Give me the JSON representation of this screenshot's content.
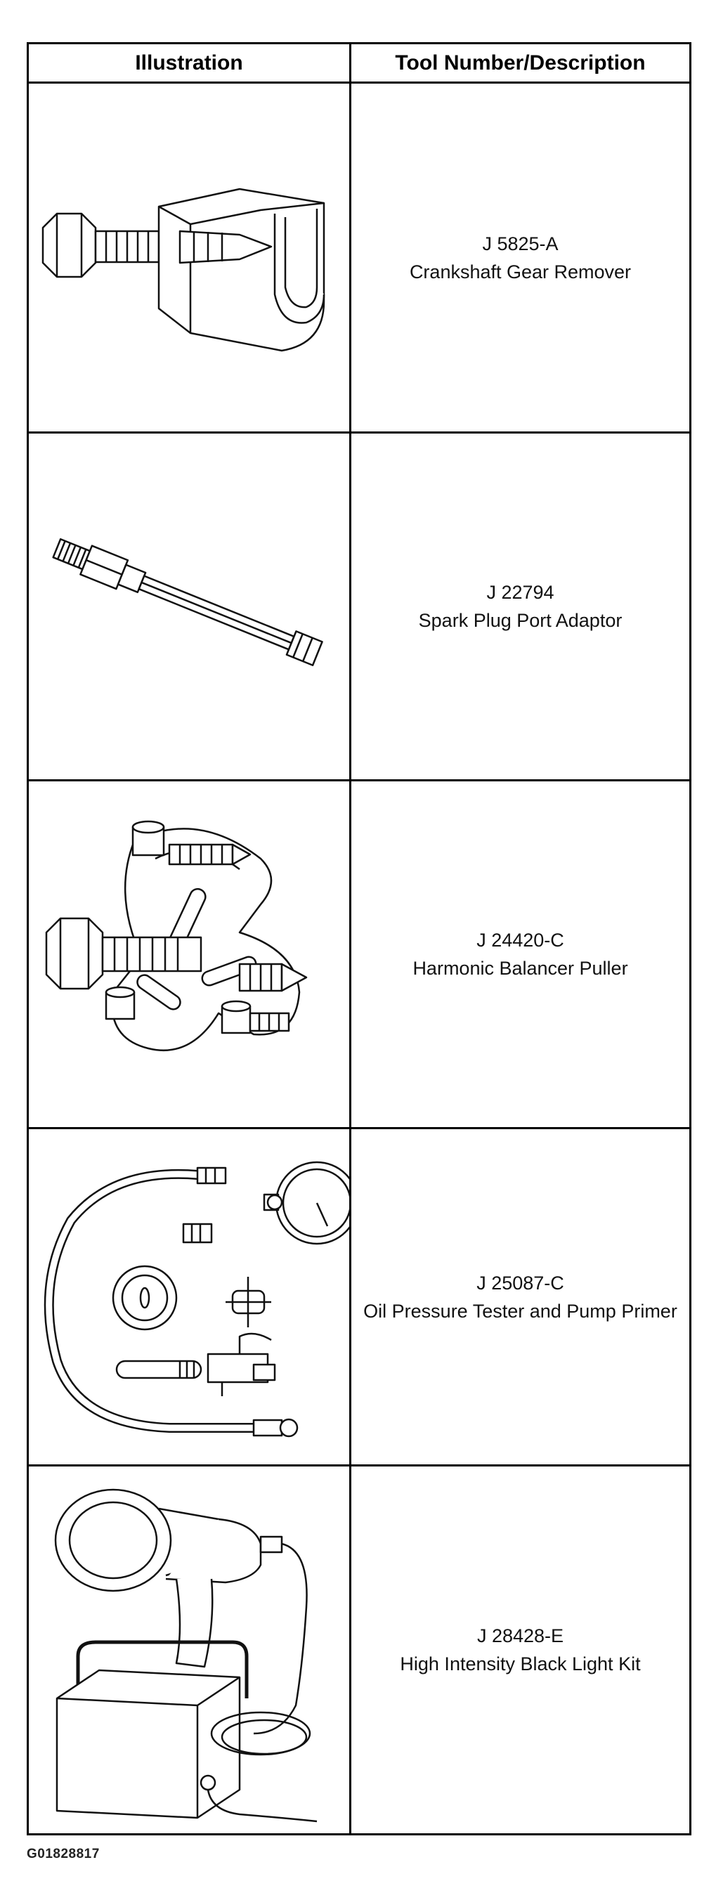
{
  "table": {
    "header": {
      "illustration": "Illustration",
      "description": "Tool Number/Description"
    },
    "rows": [
      {
        "tool_number": "J 5825-A",
        "description": "Crankshaft Gear Remover",
        "icon": "crankshaft-gear-remover-icon"
      },
      {
        "tool_number": "J 22794",
        "description": "Spark Plug Port Adaptor",
        "icon": "spark-plug-port-adaptor-icon"
      },
      {
        "tool_number": "J 24420-C",
        "description": "Harmonic Balancer Puller",
        "icon": "harmonic-balancer-puller-icon"
      },
      {
        "tool_number": "J 25087-C",
        "description": "Oil Pressure Tester and Pump Primer",
        "icon": "oil-pressure-tester-icon"
      },
      {
        "tool_number": "J 28428-E",
        "description": "High Intensity Black Light Kit",
        "icon": "black-light-kit-icon"
      }
    ]
  },
  "footer": {
    "figure_code": "G01828817"
  }
}
